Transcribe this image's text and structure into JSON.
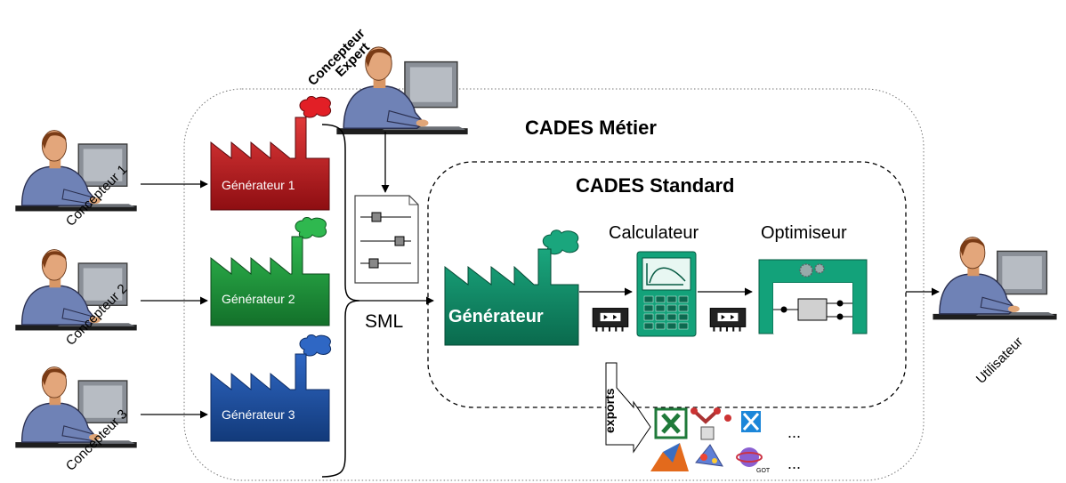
{
  "regions": {
    "metier_title": "CADES Métier",
    "standard_title": "CADES Standard"
  },
  "people": {
    "expert_line1": "Concepteur",
    "expert_line2": "Expert",
    "designer1": "Concepteur 1",
    "designer2": "Concepteur 2",
    "designer3": "Concepteur 3",
    "user": "Utilisateur"
  },
  "generators": {
    "g1": "Générateur 1",
    "g2": "Générateur 2",
    "g3": "Générateur 3",
    "main": "Générateur"
  },
  "tools": {
    "calculator": "Calculateur",
    "optimizer": "Optimiseur"
  },
  "labels": {
    "sml": "SML",
    "exports": "exports",
    "ellipsis1": "...",
    "ellipsis2": "...",
    "got": "GOT"
  },
  "colors": {
    "red_factory": "#c8161d",
    "green_factory": "#1f9a3a",
    "blue_factory": "#1f4fa0",
    "teal_factory": "#0f8a66",
    "teal_device": "#13a27a"
  }
}
